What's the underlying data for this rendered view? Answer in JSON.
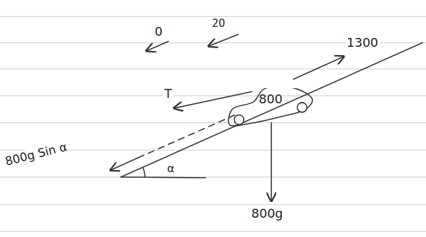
{
  "diagram": {
    "nodes": [
      {
        "text": [
          "800"
        ]
      }
    ],
    "labels": [
      "0",
      "20",
      "1300",
      "T",
      "800g Sin α",
      "α",
      "800g"
    ]
  }
}
